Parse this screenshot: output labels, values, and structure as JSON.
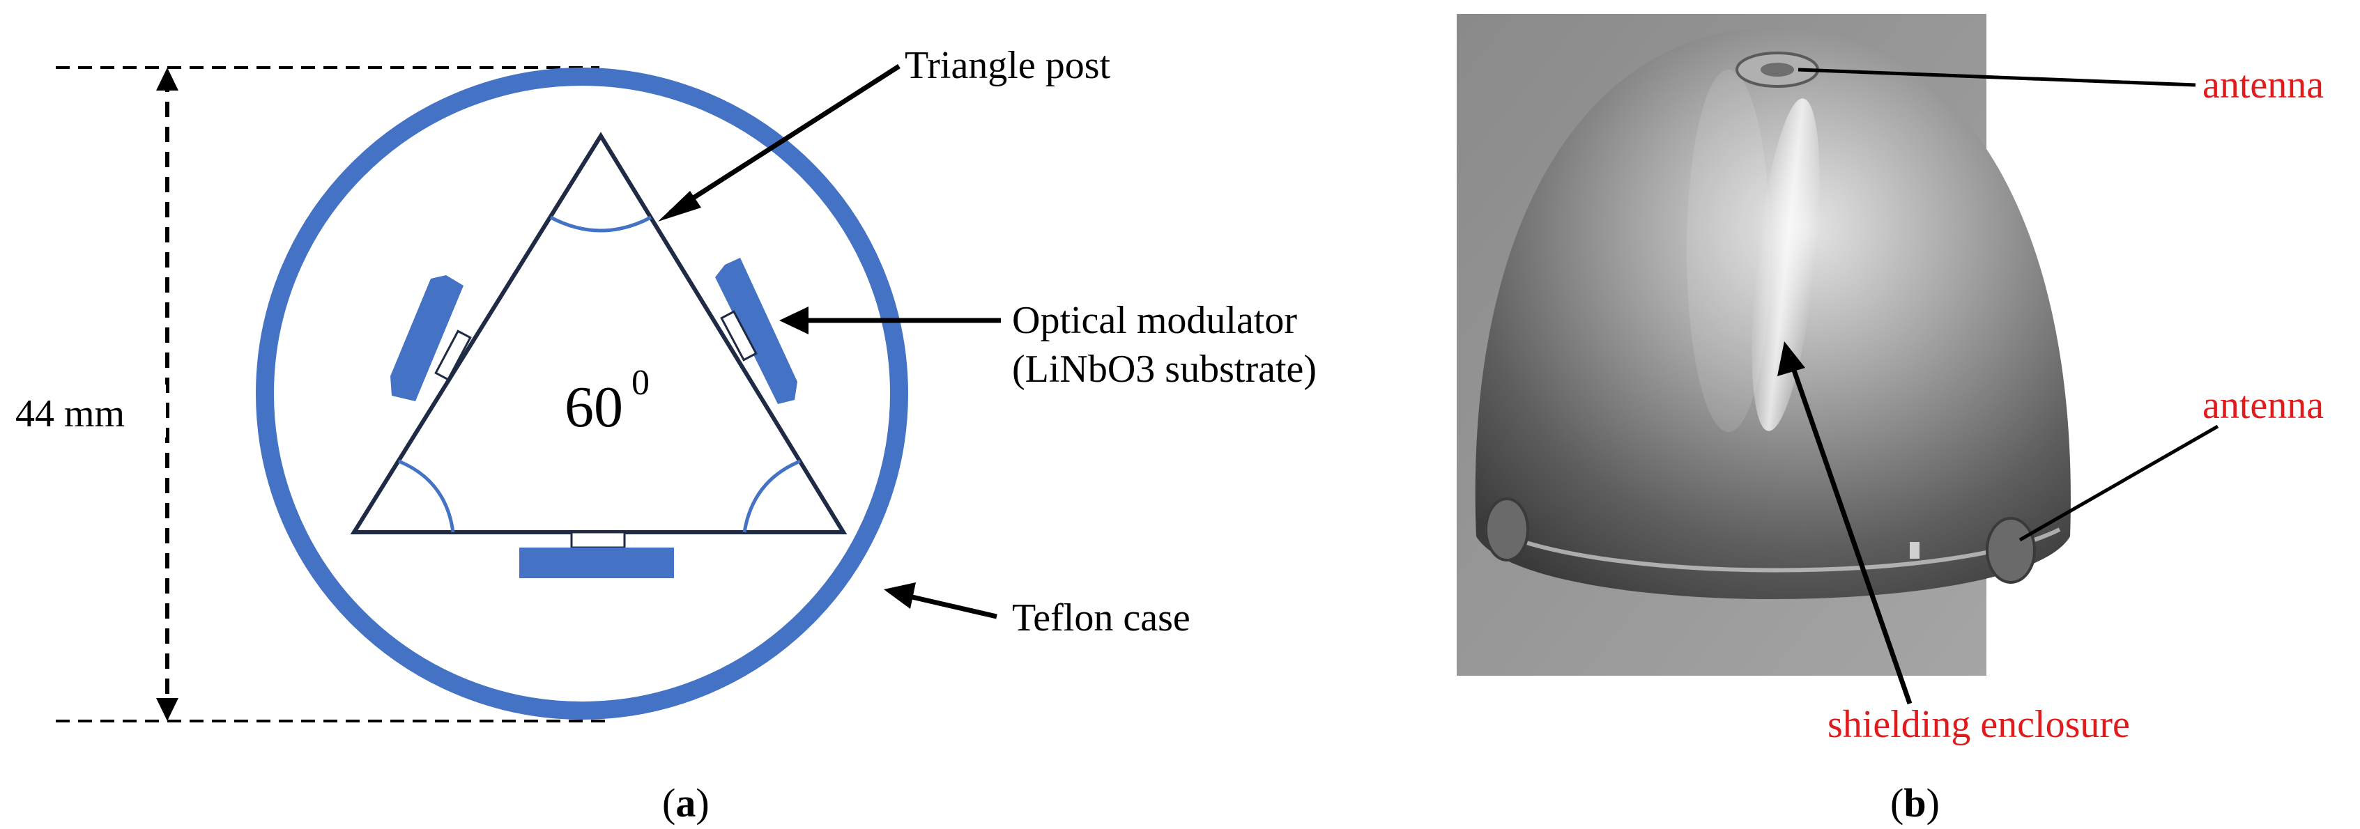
{
  "panel_a": {
    "dimension_label": "44 mm",
    "triangle_label": "Triangle post",
    "modulator_label_line1": "Optical modulator",
    "modulator_label_line2": "(LiNbO3 substrate)",
    "angle_value": "60",
    "angle_superscript": "0",
    "case_label": "Teflon case",
    "caption_open": "(",
    "caption_letter": "a",
    "caption_close": ")"
  },
  "panel_b": {
    "antenna_top_label": "antenna",
    "antenna_side_label": "antenna",
    "enclosure_label": "shielding enclosure",
    "caption_open": "(",
    "caption_letter": "b",
    "caption_close": ")"
  },
  "colors": {
    "blue": "#4472c4",
    "navy": "#1f2a44",
    "label_red": "#e01b1b",
    "photo_bg": "#8c8c8c"
  }
}
